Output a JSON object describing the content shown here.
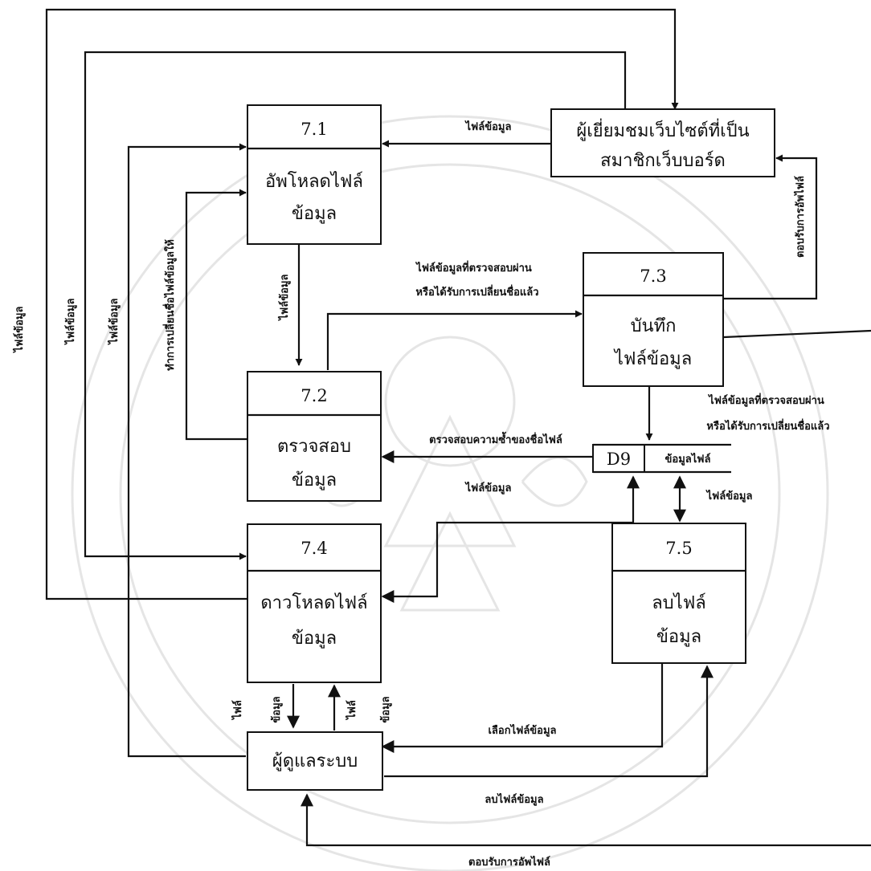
{
  "processes": {
    "p71": {
      "id": "7.1",
      "line1": "อัพโหลดไฟล์",
      "line2": "ข้อมูล"
    },
    "p72": {
      "id": "7.2",
      "line1": "ตรวจสอบ",
      "line2": "ข้อมูล"
    },
    "p73": {
      "id": "7.3",
      "line1": "บันทึก",
      "line2": "ไฟล์ข้อมูล"
    },
    "p74": {
      "id": "7.4",
      "line1": "ดาวโหลดไฟล์",
      "line2": "ข้อมูล"
    },
    "p75": {
      "id": "7.5",
      "line1": "ลบไฟล์",
      "line2": "ข้อมูล"
    }
  },
  "entities": {
    "visitor": {
      "line1": "ผู้เยี่ยมชมเว็บไซต์ที่เป็น",
      "line2": "สมาชิกเว็บบอร์ด"
    },
    "admin": {
      "label": "ผู้ดูแลระบบ"
    }
  },
  "datastore": {
    "id": "D9",
    "name": "ข้อมูลไฟล์"
  },
  "flows": {
    "visitor_to_71": "ไฟล์ข้อมูล",
    "ack_upload_right": "ตอบรับการอัพไฟล์",
    "left1": "ไฟล์ข้อมูล",
    "left2": "ไฟล์ข้อมูล",
    "left3": "ไฟล์ข้อมูล",
    "rename_back": "ทำการเปลี่ยนชื่อไฟล์ข้อมูลให้",
    "f71_72": "ไฟล์ข้อมูล",
    "f72_73_l1": "ไฟล์ข้อมูลที่ตรวจสอบผ่าน",
    "f72_73_l2": "หรือได้รับการเปลี่ยนชื่อแล้ว",
    "f73_d9_l1": "ไฟล์ข้อมูลที่ตรวจสอบผ่าน",
    "f73_d9_l2": "หรือได้รับการเปลี่ยนชื่อแล้ว",
    "dup_check": "ตรวจสอบความซ้ำของชื่อไฟล์",
    "d9_74": "ไฟล์ข้อมูล",
    "d9_75": "ไฟล์ข้อมูล",
    "f74_admin_a": "ไฟล์",
    "f74_admin_b": "ข้อมูล",
    "admin_74_a": "ไฟล์",
    "admin_74_b": "ข้อมูล",
    "select_file": "เลือกไฟล์ข้อมูล",
    "delete_file": "ลบไฟล์ข้อมูล",
    "ack_upload_bottom": "ตอบรับการอัพไฟล์"
  }
}
